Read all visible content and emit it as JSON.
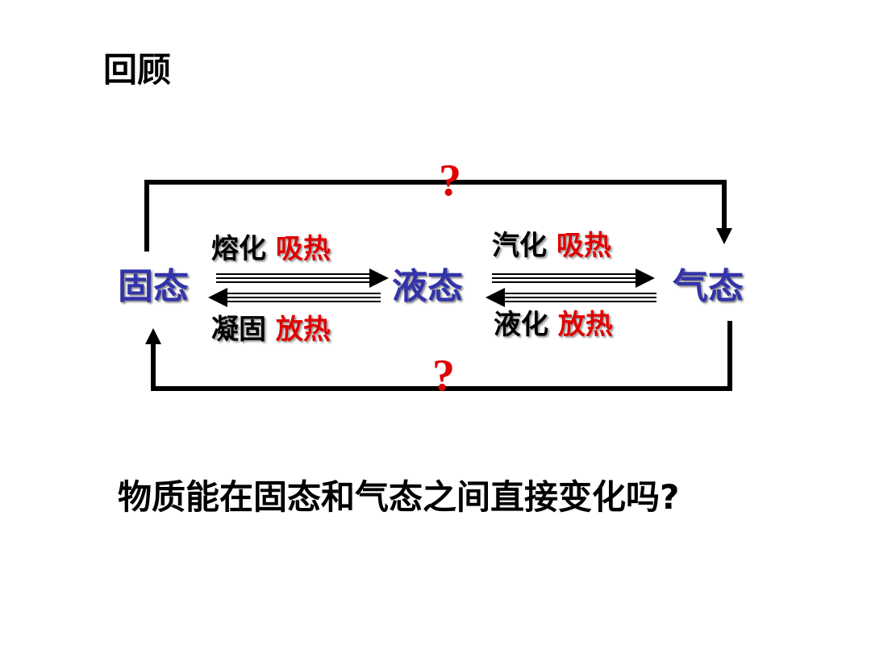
{
  "title": "回顾",
  "diagram": {
    "states": {
      "solid": "固态",
      "liquid": "液态",
      "gas": "气态"
    },
    "processes": {
      "melting": {
        "name": "熔化",
        "heat": "吸热"
      },
      "freezing": {
        "name": "凝固",
        "heat": "放热"
      },
      "vaporization": {
        "name": "汽化",
        "heat": "吸热"
      },
      "liquefaction": {
        "name": "液化",
        "heat": "放热"
      }
    },
    "top_question": "?",
    "bottom_question": "?"
  },
  "question": "物质能在固态和气态之间直接变化吗?",
  "colors": {
    "state_text": "#3333aa",
    "heat_text": "#e00000",
    "question_mark": "#e00000"
  }
}
